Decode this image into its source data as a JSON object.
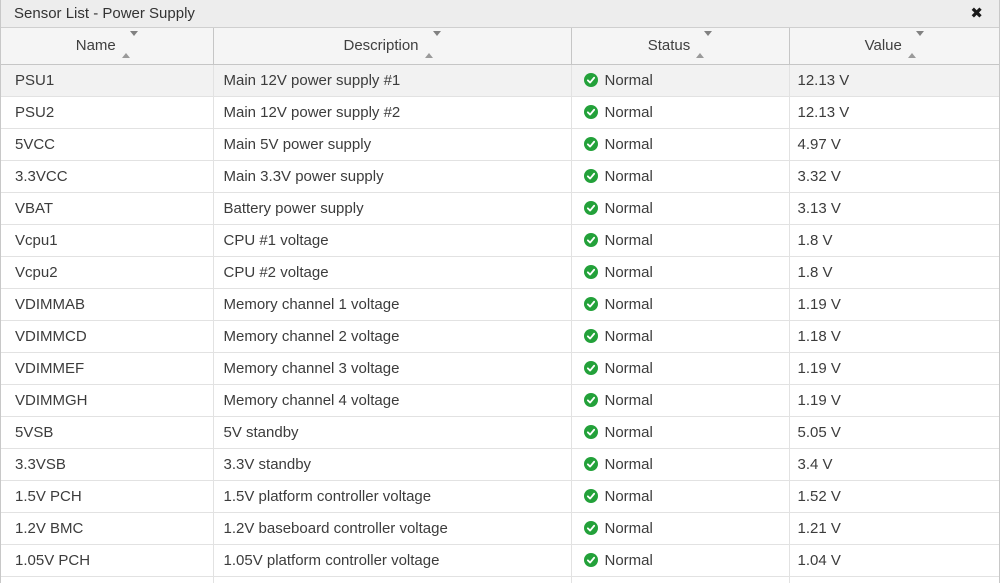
{
  "panel": {
    "title": "Sensor List - Power Supply",
    "close_glyph": "✖"
  },
  "colors": {
    "status_normal_green": "#23a13a",
    "status_check_white": "#ffffff"
  },
  "table": {
    "columns": [
      {
        "label": "Name"
      },
      {
        "label": "Description"
      },
      {
        "label": "Status"
      },
      {
        "label": "Value"
      }
    ],
    "hovered_row_index": 0,
    "rows": [
      {
        "name": "PSU1",
        "description": "Main 12V power supply #1",
        "status": "Normal",
        "value": "12.13 V"
      },
      {
        "name": "PSU2",
        "description": "Main 12V power supply #2",
        "status": "Normal",
        "value": "12.13 V"
      },
      {
        "name": "5VCC",
        "description": "Main 5V power supply",
        "status": "Normal",
        "value": "4.97 V"
      },
      {
        "name": "3.3VCC",
        "description": "Main 3.3V power supply",
        "status": "Normal",
        "value": "3.32 V"
      },
      {
        "name": "VBAT",
        "description": "Battery power supply",
        "status": "Normal",
        "value": "3.13 V"
      },
      {
        "name": "Vcpu1",
        "description": "CPU #1 voltage",
        "status": "Normal",
        "value": "1.8 V"
      },
      {
        "name": "Vcpu2",
        "description": "CPU #2 voltage",
        "status": "Normal",
        "value": "1.8 V"
      },
      {
        "name": "VDIMMAB",
        "description": "Memory channel 1 voltage",
        "status": "Normal",
        "value": "1.19 V"
      },
      {
        "name": "VDIMMCD",
        "description": "Memory channel 2 voltage",
        "status": "Normal",
        "value": "1.18 V"
      },
      {
        "name": "VDIMMEF",
        "description": "Memory channel 3 voltage",
        "status": "Normal",
        "value": "1.19 V"
      },
      {
        "name": "VDIMMGH",
        "description": "Memory channel 4 voltage",
        "status": "Normal",
        "value": "1.19 V"
      },
      {
        "name": "5VSB",
        "description": "5V standby",
        "status": "Normal",
        "value": "5.05 V"
      },
      {
        "name": "3.3VSB",
        "description": "3.3V standby",
        "status": "Normal",
        "value": "3.4 V"
      },
      {
        "name": "1.5V PCH",
        "description": "1.5V platform controller voltage",
        "status": "Normal",
        "value": "1.52 V"
      },
      {
        "name": "1.2V BMC",
        "description": "1.2V baseboard controller voltage",
        "status": "Normal",
        "value": "1.21 V"
      },
      {
        "name": "1.05V PCH",
        "description": "1.05V platform controller voltage",
        "status": "Normal",
        "value": "1.04 V"
      }
    ]
  }
}
